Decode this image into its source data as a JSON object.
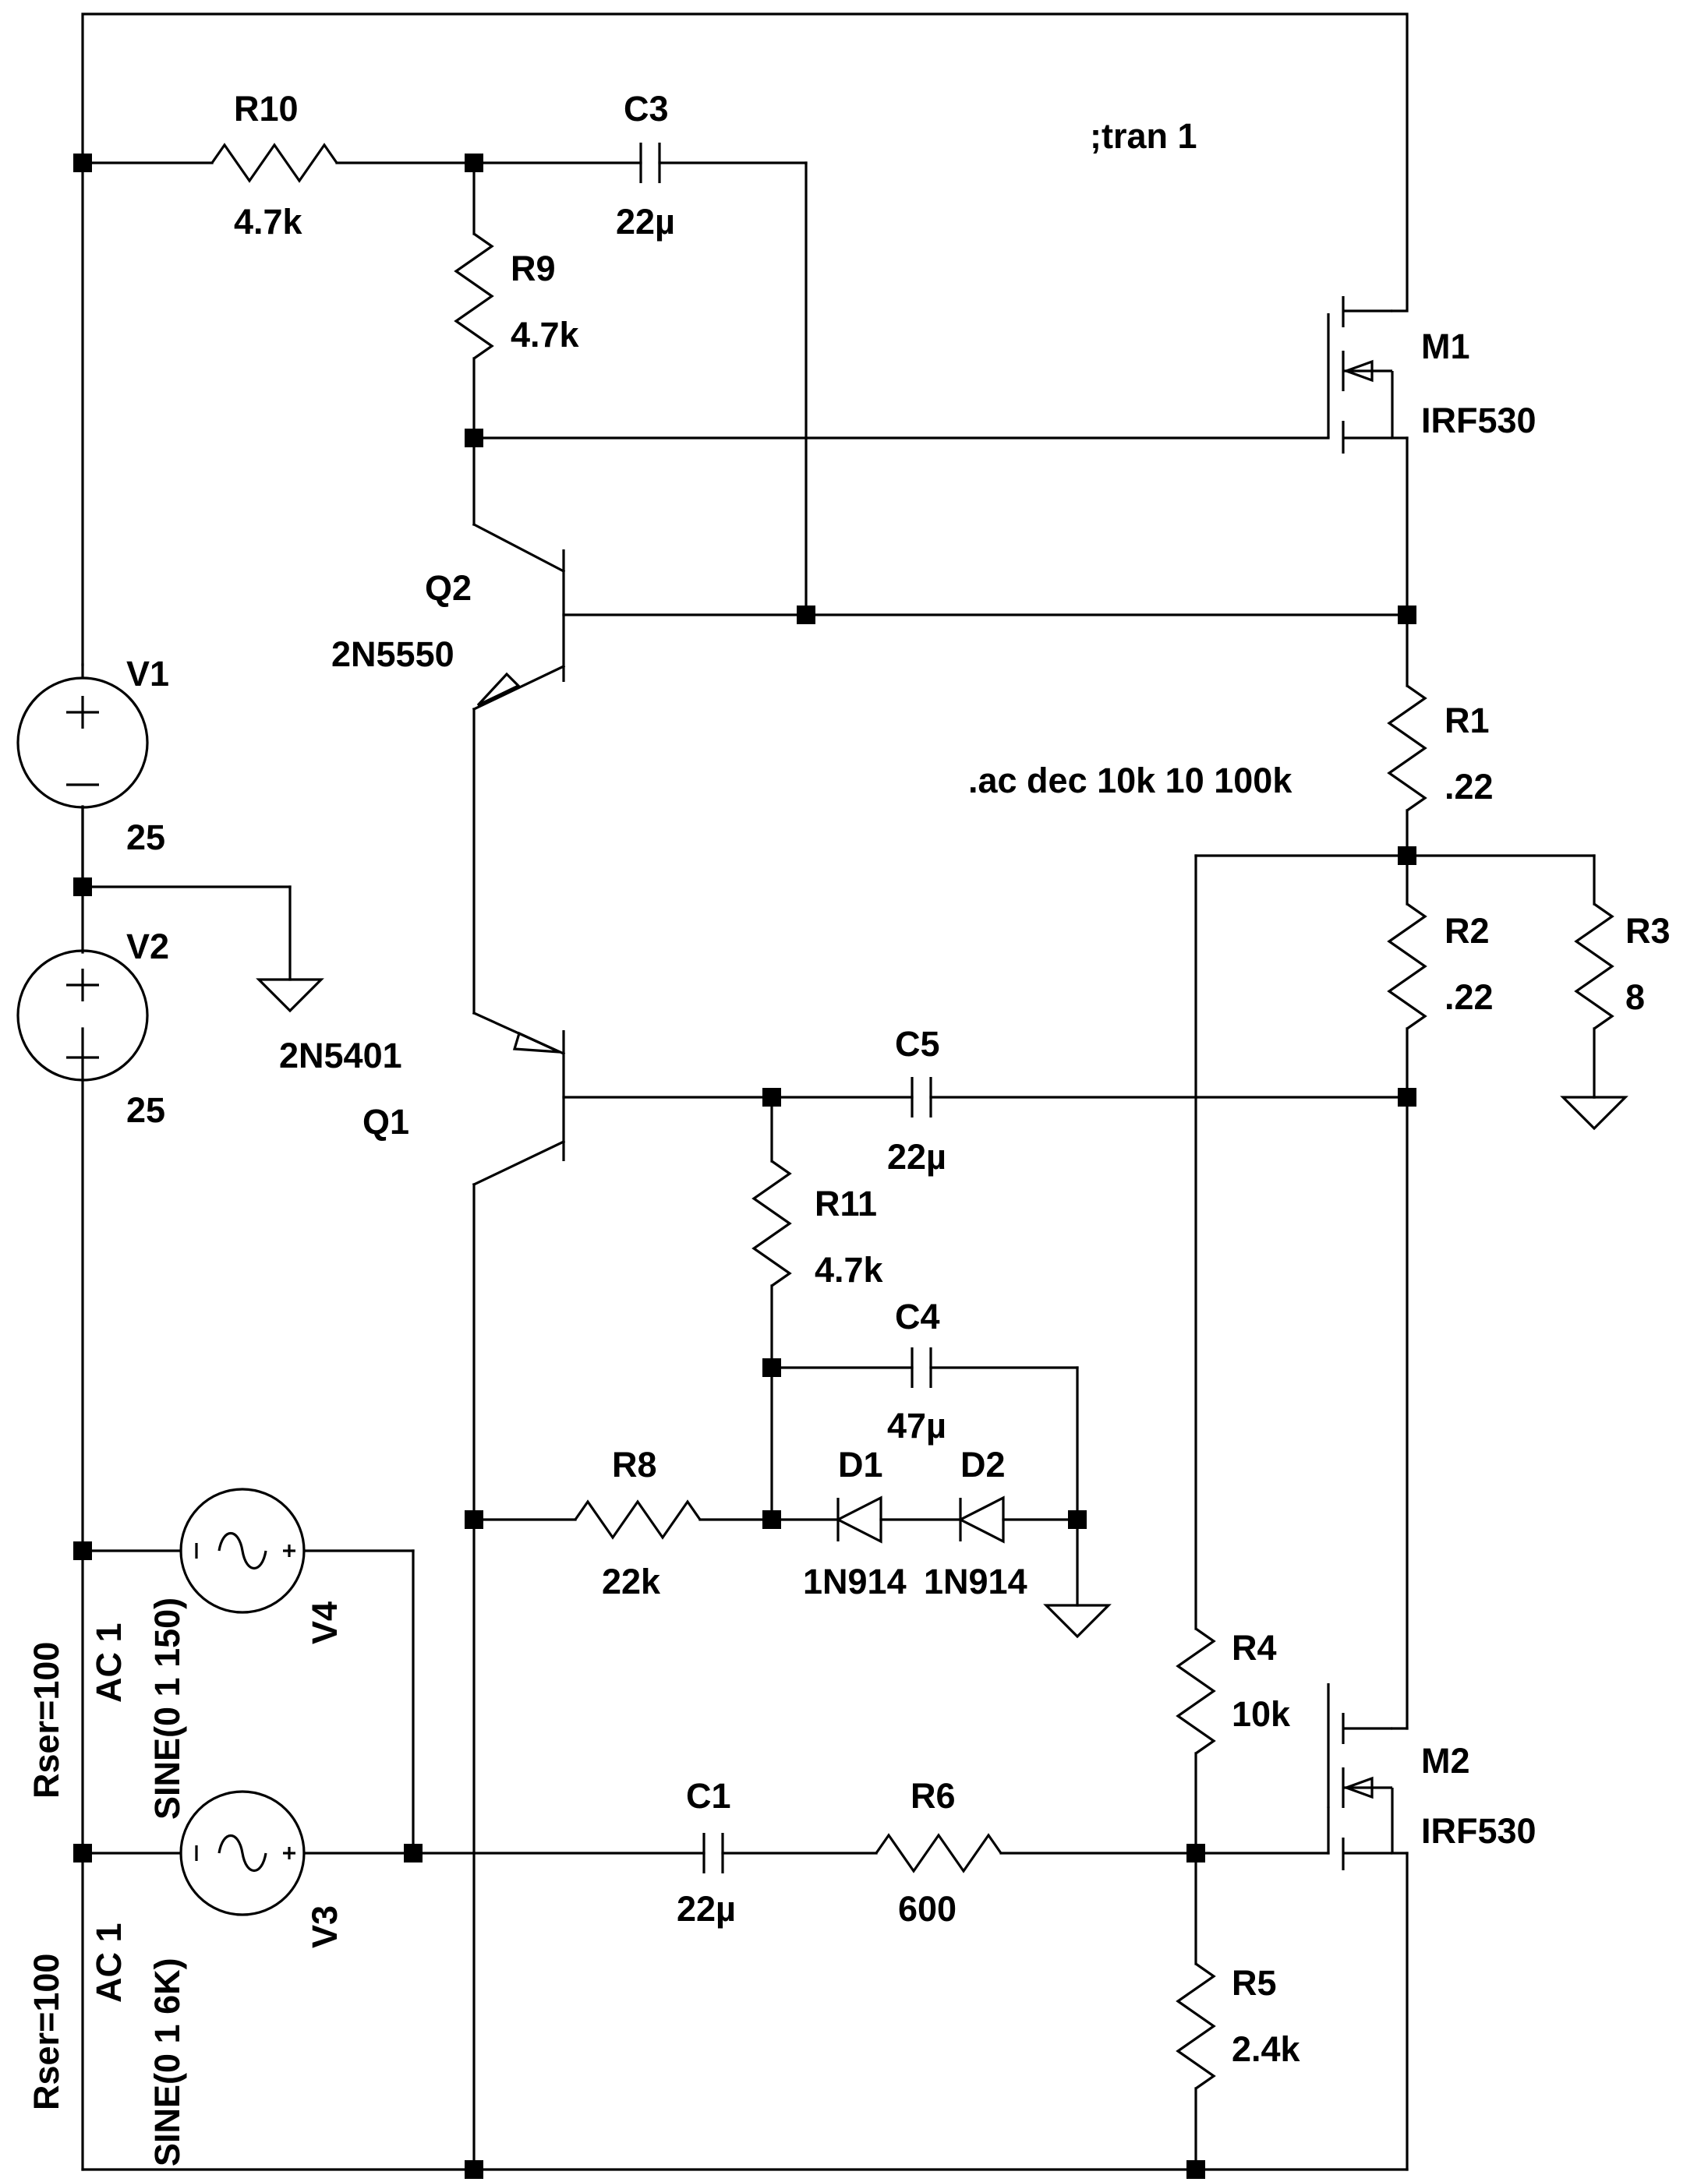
{
  "components": {
    "R10": {
      "name": "R10",
      "value": "4.7k"
    },
    "C3": {
      "name": "C3",
      "value": "22µ"
    },
    "R9": {
      "name": "R9",
      "value": "4.7k"
    },
    "M1": {
      "name": "M1",
      "value": "IRF530"
    },
    "Q2": {
      "name": "Q2",
      "value": "2N5550"
    },
    "V1": {
      "name": "V1",
      "value": "25"
    },
    "R1": {
      "name": "R1",
      "value": ".22"
    },
    "V2": {
      "name": "V2",
      "value": "25"
    },
    "R2": {
      "name": "R2",
      "value": ".22"
    },
    "R3": {
      "name": "R3",
      "value": "8"
    },
    "Q1": {
      "name": "Q1",
      "value": "2N5401"
    },
    "C5": {
      "name": "C5",
      "value": "22µ"
    },
    "R11": {
      "name": "R11",
      "value": "4.7k"
    },
    "C4": {
      "name": "C4",
      "value": "47µ"
    },
    "R8": {
      "name": "R8",
      "value": "22k"
    },
    "D1": {
      "name": "D1",
      "value": "1N914"
    },
    "D2": {
      "name": "D2",
      "value": "1N914"
    },
    "V4": {
      "name": "V4",
      "value": "SINE(0 1 150)",
      "ac": "AC 1",
      "rser": "Rser=100"
    },
    "V3": {
      "name": "V3",
      "value": "SINE(0 1 6K)",
      "ac": "AC 1",
      "rser": "Rser=100"
    },
    "R4": {
      "name": "R4",
      "value": "10k"
    },
    "M2": {
      "name": "M2",
      "value": "IRF530"
    },
    "C1": {
      "name": "C1",
      "value": "22µ"
    },
    "R6": {
      "name": "R6",
      "value": "600"
    },
    "R5": {
      "name": "R5",
      "value": "2.4k"
    }
  },
  "directives": {
    "tran": ";tran 1",
    "ac": ".ac dec 10k 10 100k"
  }
}
